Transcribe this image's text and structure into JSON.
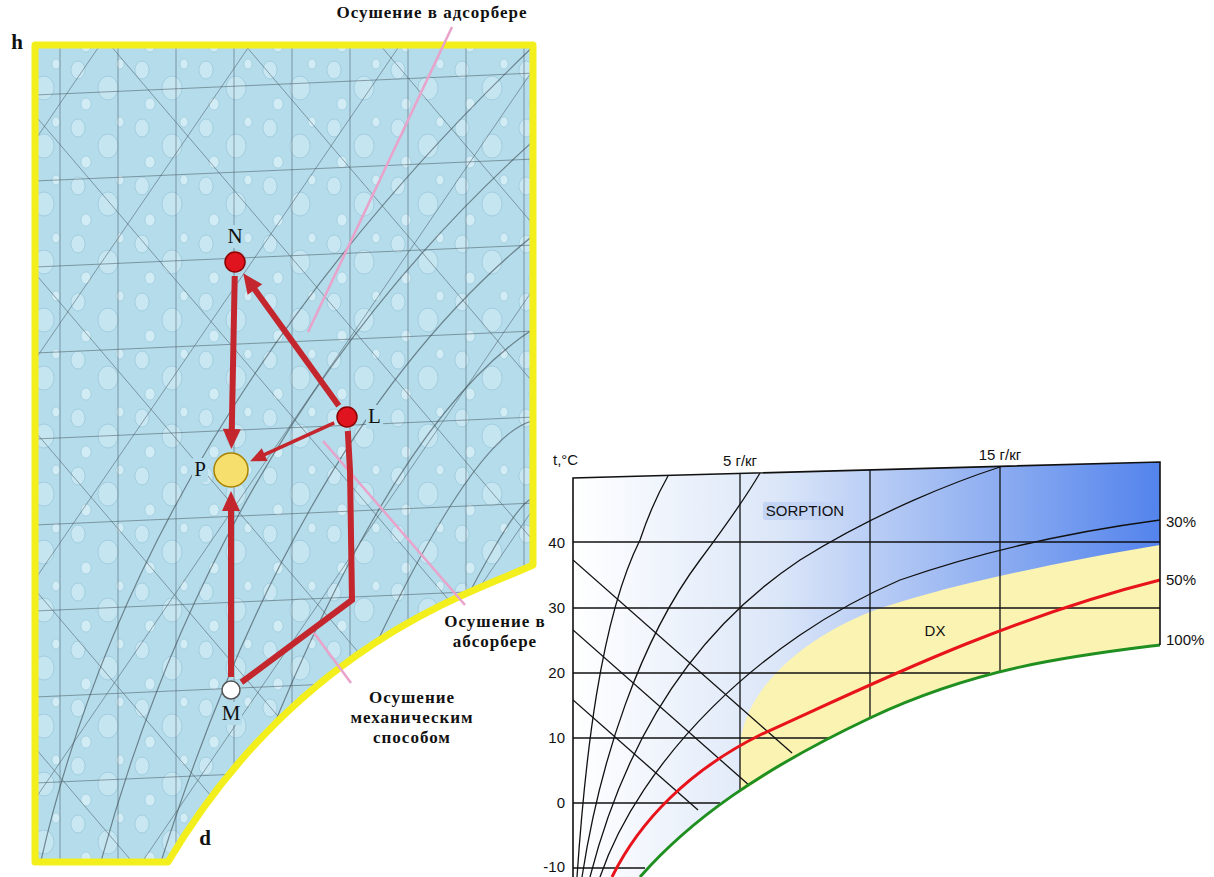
{
  "diagram": {
    "nodes": [
      {
        "text": [
          "N"
        ]
      },
      {
        "text": [
          "L"
        ]
      },
      {
        "text": [
          "P"
        ]
      },
      {
        "text": [
          "M"
        ]
      }
    ],
    "edges": [
      {
        "from": 1,
        "to": 0,
        "arrow": "to"
      },
      {
        "from": 0,
        "to": 2,
        "arrow": "to"
      },
      {
        "from": 1,
        "to": 2,
        "arrow": "to"
      },
      {
        "from": 3,
        "to": 2,
        "arrow": "to"
      },
      {
        "from": 3,
        "to": 1,
        "arrow": "none"
      }
    ],
    "labels": [
      "h",
      "d",
      "Осушение в адсорбере",
      "Осушение в абсорбере",
      "Осушение механическим способом",
      "t,°C",
      "5 г/кг",
      "15 г/кг",
      "30%",
      "50%",
      "100%",
      "SORPTION",
      "DX",
      "40",
      "30",
      "20",
      "10",
      "0",
      "-10"
    ]
  }
}
